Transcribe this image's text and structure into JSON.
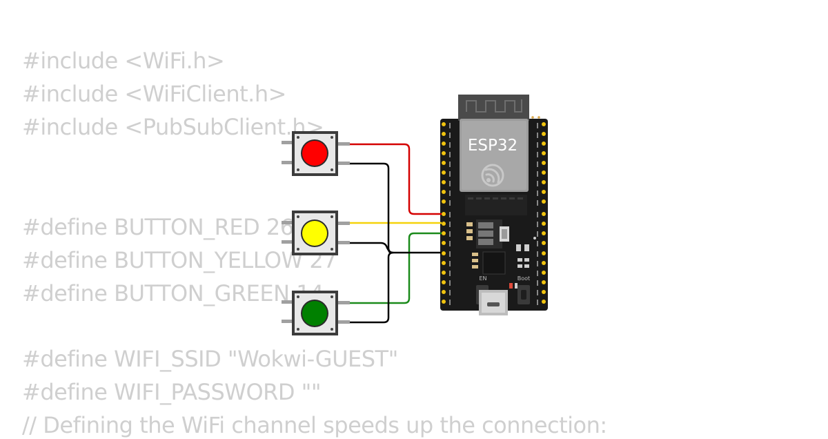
{
  "code": {
    "lines": [
      "#include <WiFi.h>",
      "#include <WiFiClient.h>",
      "#include <PubSubClient.h>",
      "#define BUTTON_RED 26",
      "#define BUTTON_YELLOW 27",
      "#define BUTTON_GREEN 14",
      "#define WIFI_SSID \"Wokwi-GUEST\"",
      "#define WIFI_PASSWORD \"\"",
      "// Defining the WiFi channel speeds up the connection:"
    ]
  },
  "board": {
    "label": "ESP32",
    "en_label": "EN",
    "boot_label": "Boot"
  },
  "buttons": [
    {
      "name": "red",
      "color": "#ff0000"
    },
    {
      "name": "yellow",
      "color": "#ffff00"
    },
    {
      "name": "green",
      "color": "#008000"
    }
  ],
  "wires": {
    "red": "#d40000",
    "yellow": "#f5d20a",
    "green": "#1a8a1a",
    "ground": "#000000"
  }
}
